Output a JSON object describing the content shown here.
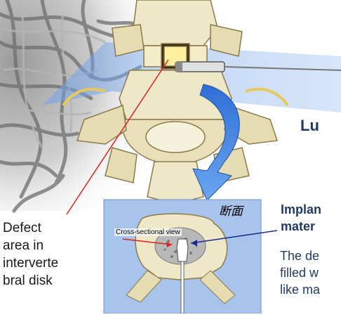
{
  "labels": {
    "defect_area": [
      "Defect",
      "area in",
      "interverte",
      "bral disk"
    ],
    "lumbar_partial": "Lu",
    "implant_title": [
      "Implan",
      "mater"
    ],
    "implant_desc": [
      "The de",
      "filled w",
      "like ma"
    ],
    "inset_caption": "断面",
    "cross_sectional_view": "Cross-sectional view"
  },
  "colors": {
    "bone": "#efe8c8",
    "bone_shadow": "#c8b98a",
    "plane": "#5b8ee6",
    "arrow": "#3a7fe0",
    "inset_bg": "#a8c4ec",
    "pointer_red": "#e02020",
    "pointer_navy": "#1a2a8a",
    "fiber": "#8a8a8a"
  },
  "icons": {
    "fiber_background": "nanofiber-sem-image",
    "vertebra": "lumbar-vertebra-illustration",
    "implant": "implant-device-icon"
  }
}
